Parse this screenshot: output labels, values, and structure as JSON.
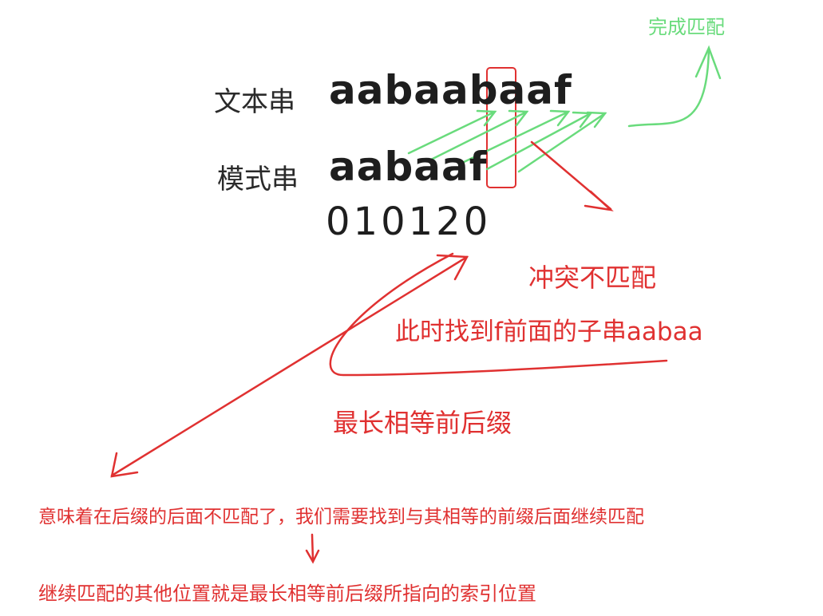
{
  "diagram": {
    "labels": {
      "text_string_label": "文本串",
      "pattern_string_label": "模式串",
      "text_string": "aabaabaaf",
      "pattern_string": "aabaaf",
      "prefix_table": "010120",
      "match_complete": "完成匹配",
      "conflict": "冲突不匹配",
      "found_substring": "此时找到f前面的子串aabaa",
      "longest_prefix_suffix": "最长相等前后缀",
      "note_line_1": "意味着在后缀的后面不匹配了，我们需要找到与其相等的前缀后面继续匹配",
      "note_line_2": "继续匹配的其他位置就是最长相等前后缀所指向的索引位置"
    },
    "colors": {
      "ink": "#1e1e1e",
      "red": "#e03131",
      "green": "#69db7c"
    }
  }
}
